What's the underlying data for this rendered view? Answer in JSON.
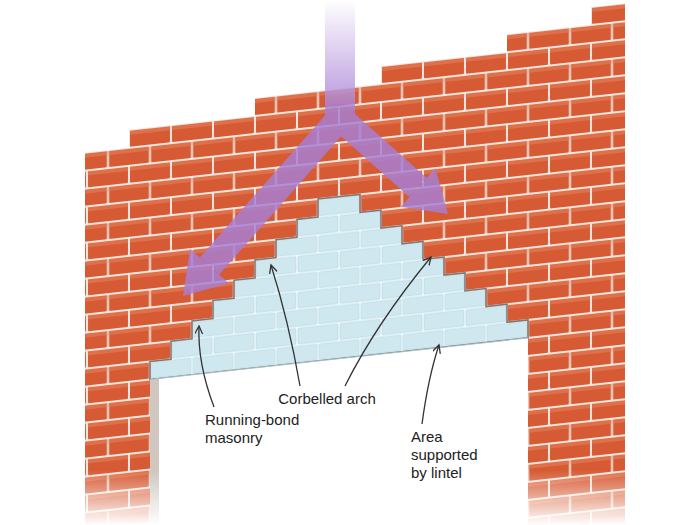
{
  "diagram": {
    "labels": [
      "Corbelled arch",
      "Running-bond masonry",
      "Area supported by lintel"
    ]
  }
}
